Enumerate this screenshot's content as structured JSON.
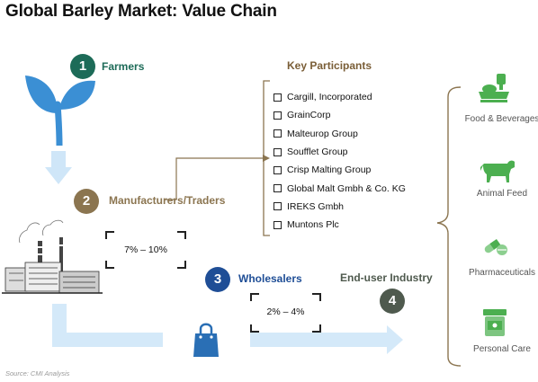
{
  "title": "Global Barley Market: Value Chain",
  "stages": [
    {
      "number": "1",
      "label": "Farmers"
    },
    {
      "number": "2",
      "label": "Manufacturers/Traders"
    },
    {
      "number": "3",
      "label": "Wholesalers"
    },
    {
      "number": "4",
      "label": "End-user Industry"
    }
  ],
  "key_participants": {
    "title": "Key Participants",
    "items": [
      "Cargill, Incorporated",
      "GrainCorp",
      "Malteurop Group",
      "Soufflet Group",
      "Crisp Malting Group",
      "Global Malt Gmbh & Co. KG",
      "IREKS Gmbh",
      "Muntons Plc"
    ]
  },
  "margins": {
    "manufacturers": "7% – 10%",
    "wholesalers": "2% – 4%"
  },
  "industries": [
    "Food & Beverages",
    "Animal Feed",
    "Pharmaceuticals",
    "Personal Care"
  ],
  "source": "Source: CMI Analysis",
  "colors": {
    "farmers": "#1d6b58",
    "manufacturers": "#8b7550",
    "wholesalers": "#1f4e96",
    "end_user": "#4f5a4e",
    "accent_green": "#4caf50",
    "arrow_blue": "#cfe6f8",
    "leaf_blue": "#3b8fd4"
  },
  "icons": [
    "sprout-icon",
    "factory-icon",
    "shopping-bag-icon",
    "grocery-scale-icon",
    "cow-icon",
    "pills-icon",
    "cosmetic-jar-icon"
  ]
}
